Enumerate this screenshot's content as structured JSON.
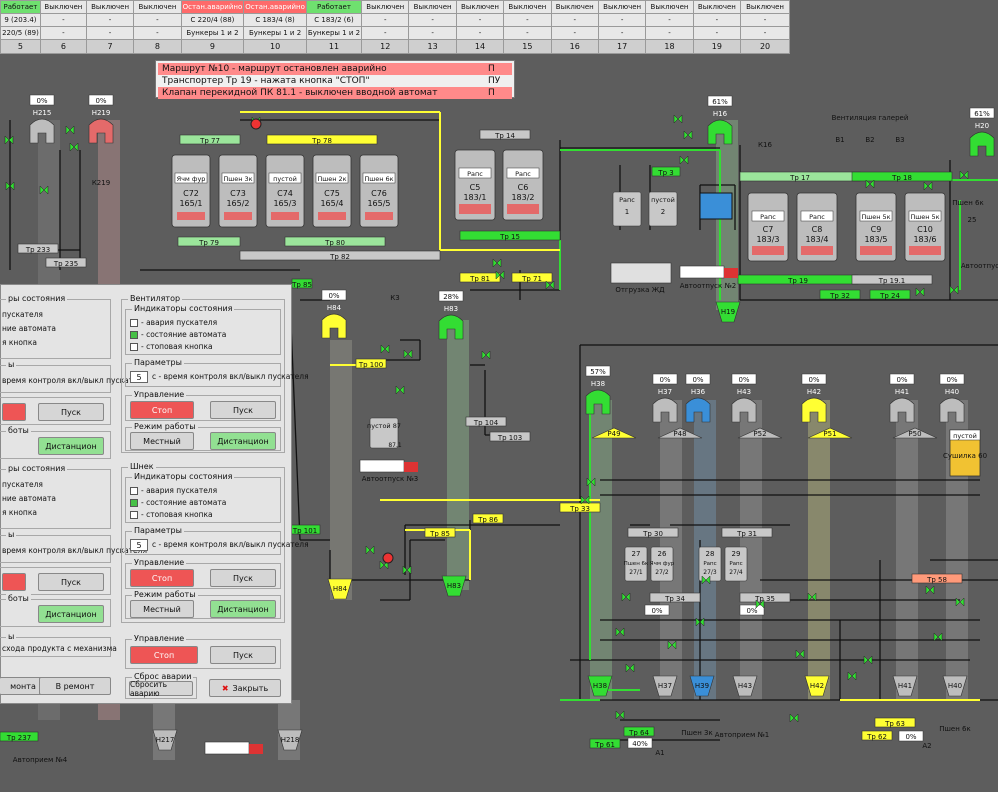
{
  "top_table": {
    "row1": [
      {
        "t": "Работает",
        "c": "ok"
      },
      {
        "t": "Выключен"
      },
      {
        "t": "Выключен"
      },
      {
        "t": "Выключен"
      },
      {
        "t": "Остан.аварийно",
        "c": "alarm"
      },
      {
        "t": "Остан.аварийно",
        "c": "alarm"
      },
      {
        "t": "Работает",
        "c": "ok"
      },
      {
        "t": "Выключен"
      },
      {
        "t": "Выключен"
      },
      {
        "t": "Выключен"
      },
      {
        "t": "Выключен"
      },
      {
        "t": "Выключен"
      },
      {
        "t": "Выключен"
      },
      {
        "t": "Выключен"
      },
      {
        "t": "Выключен"
      },
      {
        "t": "Выключен"
      }
    ],
    "row2": [
      "9 (203.4)",
      "-",
      "-",
      "-",
      "С 220/4 (88)",
      "С 183/4 (8)",
      "С 183/2 (6)",
      "-",
      "-",
      "-",
      "-",
      "-",
      "-",
      "-",
      "-",
      "-"
    ],
    "row3": [
      "220/5 (89)",
      "-",
      "-",
      "-",
      "Бункеры 1 и 2",
      "Бункеры 1 и 2",
      "Бункеры 1 и 2",
      "-",
      "-",
      "-",
      "-",
      "-",
      "-",
      "-",
      "-",
      "-"
    ],
    "numbers": [
      "5",
      "6",
      "7",
      "8",
      "9",
      "10",
      "11",
      "12",
      "13",
      "14",
      "15",
      "16",
      "17",
      "18",
      "19",
      "20"
    ]
  },
  "alarms": [
    {
      "text": "Маршрут №10 - маршрут остановлен аварийно",
      "code": "П",
      "red": true
    },
    {
      "text": "Транспортер Тр 19 - нажата кнопка \"СТОП\"",
      "code": "ПУ",
      "red": false
    },
    {
      "text": "Клапан перекидной ПК 81.1 - выключен вводной автомат",
      "code": "П",
      "red": true
    }
  ],
  "scheme": {
    "conveyors": [
      {
        "id": "c77",
        "label": "Тр 77",
        "color": "#9be59b"
      },
      {
        "id": "c78",
        "label": "Тр 78",
        "color": "#ffff33"
      },
      {
        "id": "c79",
        "label": "Тр 79",
        "color": "#9be59b"
      },
      {
        "id": "c80",
        "label": "Тр 80",
        "color": "#9be59b"
      },
      {
        "id": "c82",
        "label": "Тр 82",
        "color": "#c8c8c8"
      },
      {
        "id": "c14",
        "label": "Тр 14",
        "color": "#c8c8c8"
      },
      {
        "id": "c15",
        "label": "Тр 15",
        "color": "#33dd33"
      },
      {
        "id": "c3",
        "label": "Тр 3",
        "color": "#33dd33"
      },
      {
        "id": "c17",
        "label": "Тр 17",
        "color": "#9be59b"
      },
      {
        "id": "c18",
        "label": "Тр 18",
        "color": "#33dd33"
      },
      {
        "id": "c19",
        "label": "Тр 19",
        "color": "#33dd33"
      },
      {
        "id": "c19_1",
        "label": "Тр 19.1",
        "color": "#c8c8c8"
      },
      {
        "id": "c32",
        "label": "Тр 32",
        "color": "#33dd33"
      },
      {
        "id": "c24",
        "label": "Тр 24",
        "color": "#33dd33"
      },
      {
        "id": "c81",
        "label": "Тр 81",
        "color": "#ffff33"
      },
      {
        "id": "c71",
        "label": "Тр 71",
        "color": "#ffff33"
      },
      {
        "id": "c85top",
        "label": "Тр 85",
        "color": "#33dd33"
      },
      {
        "id": "c100",
        "label": "Тр 100",
        "color": "#ffff33"
      },
      {
        "id": "c104",
        "label": "Тр 104",
        "color": "#c8c8c8"
      },
      {
        "id": "c103",
        "label": "Тр 103",
        "color": "#c8c8c8"
      },
      {
        "id": "c33",
        "label": "Тр 33",
        "color": "#ffff33"
      },
      {
        "id": "c85",
        "label": "Тр 85",
        "color": "#ffff33"
      },
      {
        "id": "c86",
        "label": "Тр 86",
        "color": "#ffff33"
      },
      {
        "id": "c101",
        "label": "Тр 101",
        "color": "#33dd33"
      },
      {
        "id": "c30",
        "label": "Тр 30",
        "color": "#c8c8c8"
      },
      {
        "id": "c31",
        "label": "Тр 31",
        "color": "#c8c8c8"
      },
      {
        "id": "c34",
        "label": "Тр 34",
        "color": "#c8c8c8"
      },
      {
        "id": "c35",
        "label": "Тр 35",
        "color": "#c8c8c8"
      },
      {
        "id": "c58",
        "label": "Тр 58",
        "color": "#ff9a7a"
      },
      {
        "id": "c63",
        "label": "Тр 63",
        "color": "#ffff33"
      },
      {
        "id": "c62",
        "label": "Тр 62",
        "color": "#ffff33"
      },
      {
        "id": "c64",
        "label": "Тр 64",
        "color": "#33dd33"
      },
      {
        "id": "c61",
        "label": "Тр 61",
        "color": "#33dd33"
      },
      {
        "id": "c233",
        "label": "Тр 233",
        "color": "#c8c8c8"
      },
      {
        "id": "c235",
        "label": "Тр 235",
        "color": "#c8c8c8"
      },
      {
        "id": "c237",
        "label": "Тр 237",
        "color": "#33dd33"
      }
    ],
    "silos_top": [
      {
        "name": "С72",
        "sub": "165/1",
        "grain": "Ячм фур",
        "fill": "#c8c8c8"
      },
      {
        "name": "С73",
        "sub": "165/2",
        "grain": "Пшен 3к",
        "fill": "#c8c8c8"
      },
      {
        "name": "С74",
        "sub": "165/3",
        "grain": "пустой",
        "fill": "#c8c8c8"
      },
      {
        "name": "С75",
        "sub": "165/4",
        "grain": "Пшен 2к",
        "fill": "#c8c8c8"
      },
      {
        "name": "С76",
        "sub": "165/5",
        "grain": "Пшен 6к",
        "fill": "#c8c8c8"
      }
    ],
    "silos_c5c6": [
      {
        "name": "С5",
        "sub": "183/1",
        "grain": "Рапс"
      },
      {
        "name": "С6",
        "sub": "183/2",
        "grain": "Рапс"
      }
    ],
    "silos_right": [
      {
        "name": "С7",
        "sub": "183/3",
        "grain": "Рапс"
      },
      {
        "name": "С8",
        "sub": "183/4",
        "grain": "Рапс"
      },
      {
        "name": "С9",
        "sub": "183/5",
        "grain": "Пшен 5к"
      },
      {
        "name": "С10",
        "sub": "183/6",
        "grain": "Пшен 5к"
      }
    ],
    "bins_mid": [
      {
        "name": "27",
        "sub": "Пшен 6к",
        "b": "27/1"
      },
      {
        "name": "26",
        "sub": "Ячм фур",
        "b": "27/2"
      },
      {
        "name": "28",
        "sub": "Рапс",
        "b": "27/3"
      },
      {
        "name": "29",
        "sub": "Рапс",
        "b": "27/4"
      }
    ],
    "bunkers_top": [
      {
        "name": "Рапс",
        "num": "1"
      },
      {
        "name": "пустой",
        "num": "2"
      }
    ],
    "elevators": [
      {
        "name": "Н215",
        "pct": "0%"
      },
      {
        "name": "Н219",
        "pct": "0%"
      },
      {
        "name": "Н16",
        "pct": "61%"
      },
      {
        "name": "Н84",
        "pct": "0%"
      },
      {
        "name": "Н83",
        "pct": "28%"
      },
      {
        "name": "Н20",
        "pct": "61%"
      },
      {
        "name": "Н38",
        "pct": "57%"
      },
      {
        "name": "Н37",
        "pct": "0%"
      },
      {
        "name": "Н36",
        "pct": "0%"
      },
      {
        "name": "Н43",
        "pct": "0%"
      },
      {
        "name": "Н42",
        "pct": "0%"
      },
      {
        "name": "Н41",
        "pct": "0%"
      },
      {
        "name": "Н40",
        "pct": "0%"
      }
    ],
    "labels": {
      "otgruzka": "Отгрузка ЖД",
      "avto2": "Автоотпуск №2",
      "avto3": "Автоотпуск №3",
      "avto_right": "Автоотпус",
      "avtopriem1": "Автоприем\n№1",
      "avtopriem4": "Автоприем\n№4",
      "vent": "Вентиляция галерей",
      "b1": "В1",
      "b2": "В2",
      "b3": "В3",
      "k219": "К219",
      "k16": "К16",
      "k3": "К3",
      "h19": "Н19",
      "h84b": "Н84",
      "h83b": "Н83",
      "h217": "Н217",
      "h218": "Н218",
      "h38b": "Н38",
      "h37b": "Н37",
      "h39b": "Н39",
      "h43b": "Н43",
      "h42b": "Н42",
      "h41b": "Н41",
      "h40b": "Н40",
      "r49": "Р49",
      "r48": "Р48",
      "r52": "Р52",
      "r51": "Р51",
      "r50": "Р50",
      "sushilka": "Сушилка\n60",
      "pustoy": "пустой",
      "b87": "пустой\n87",
      "b87_1": "87.1",
      "pshen3k": "Пшен 3к",
      "pshen6k": "Пшен 6к",
      "pct_a1": "40%",
      "pct_34": "0%",
      "pct_35": "0%",
      "pct_a2": "0%",
      "pct_bin25": "25",
      "bin25": "Пшен 6к",
      "a1": "А1",
      "a2": "А2"
    }
  },
  "panel": {
    "vent": {
      "title": "Вентилятор",
      "ind_title": "Индикаторы состояния",
      "ind": [
        "- авария пускателя",
        "- состояние автомата",
        "- стоповая кнопка"
      ],
      "params_title": "Параметры",
      "param_val": "5",
      "param_text": "с - время контроля вкл/выкл пускателя",
      "ctrl_title": "Управление",
      "stop": "Стоп",
      "start": "Пуск",
      "mode_title": "Режим работы",
      "local": "Местный",
      "remote": "Дистанцион"
    },
    "shnek": {
      "title": "Шнек",
      "ind_title": "Индикаторы состояния",
      "ind": [
        "- авария пускателя",
        "- состояние автомата",
        "- стоповая кнопка"
      ],
      "params_title": "Параметры",
      "param_val": "5",
      "param_text": "с - время контроля вкл/выкл пускателя",
      "ctrl_title": "Управление",
      "stop": "Стоп",
      "start": "Пуск",
      "mode_title": "Режим работы",
      "local": "Местный",
      "remote": "Дистанцион"
    },
    "left": {
      "ind_title": "ры состояния",
      "ind": [
        "пускателя",
        "ние автомата",
        "я кнопка"
      ],
      "params": "ы",
      "param_text": "время контроля вкл/выкл пускателя",
      "start": "Пуск",
      "mode": "боты",
      "remote": "Дистанцион",
      "ind_title2": "ры состояния",
      "ind2": [
        "пускателя",
        "ние автомата",
        "я кнопка"
      ],
      "params2": "ы",
      "param_text2": "время контроля вкл/выкл пускателя",
      "start2": "Пуск",
      "mode2": "боты",
      "remote2": "Дистанцион",
      "flow": "ы",
      "flow_text": "схода продукта с механизма",
      "repair": "монта",
      "in_repair": "В ремонт"
    },
    "common": {
      "ctrl_title": "Управление",
      "stop": "Стоп",
      "start": "Пуск",
      "reset_title": "Сброс аварии",
      "reset": "Сбросить аварию",
      "close": "Закрыть"
    }
  }
}
